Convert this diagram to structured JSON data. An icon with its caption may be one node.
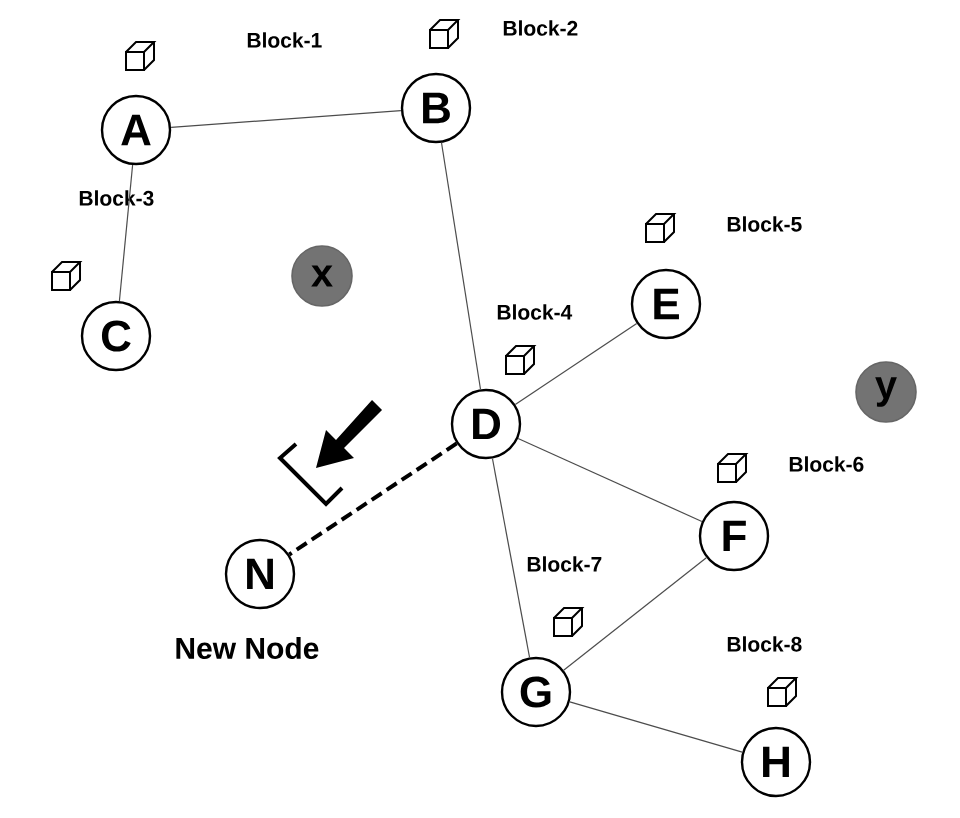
{
  "diagram": {
    "nodes": [
      {
        "text": [
          "A"
        ]
      },
      {
        "text": [
          "B"
        ]
      },
      {
        "text": [
          "C"
        ]
      },
      {
        "text": [
          "x"
        ]
      },
      {
        "text": [
          "E"
        ]
      },
      {
        "text": [
          "D"
        ]
      },
      {
        "text": [
          "y"
        ]
      },
      {
        "text": [
          "F"
        ]
      },
      {
        "text": [
          "N"
        ],
        "beside": [
          "New Node"
        ]
      },
      {
        "text": [
          "G"
        ]
      },
      {
        "text": [
          "H"
        ]
      }
    ],
    "edges": [
      {
        "from": 0,
        "to": 1,
        "arrow": "none"
      },
      {
        "from": 0,
        "to": 2,
        "arrow": "none"
      },
      {
        "from": 1,
        "to": 5,
        "arrow": "none"
      },
      {
        "from": 5,
        "to": 4,
        "arrow": "none"
      },
      {
        "from": 5,
        "to": 7,
        "arrow": "none"
      },
      {
        "from": 5,
        "to": 9,
        "arrow": "none"
      },
      {
        "from": 7,
        "to": 9,
        "arrow": "none"
      },
      {
        "from": 9,
        "to": 10,
        "arrow": "none"
      },
      {
        "from": 5,
        "to": 8,
        "arrow": "none",
        "style": "dashed"
      }
    ],
    "labels": [
      "Block-2",
      "Block-1",
      "Block-3",
      "Block-5",
      "Block-4",
      "Block-6",
      "Block-7",
      "Block-8"
    ]
  }
}
